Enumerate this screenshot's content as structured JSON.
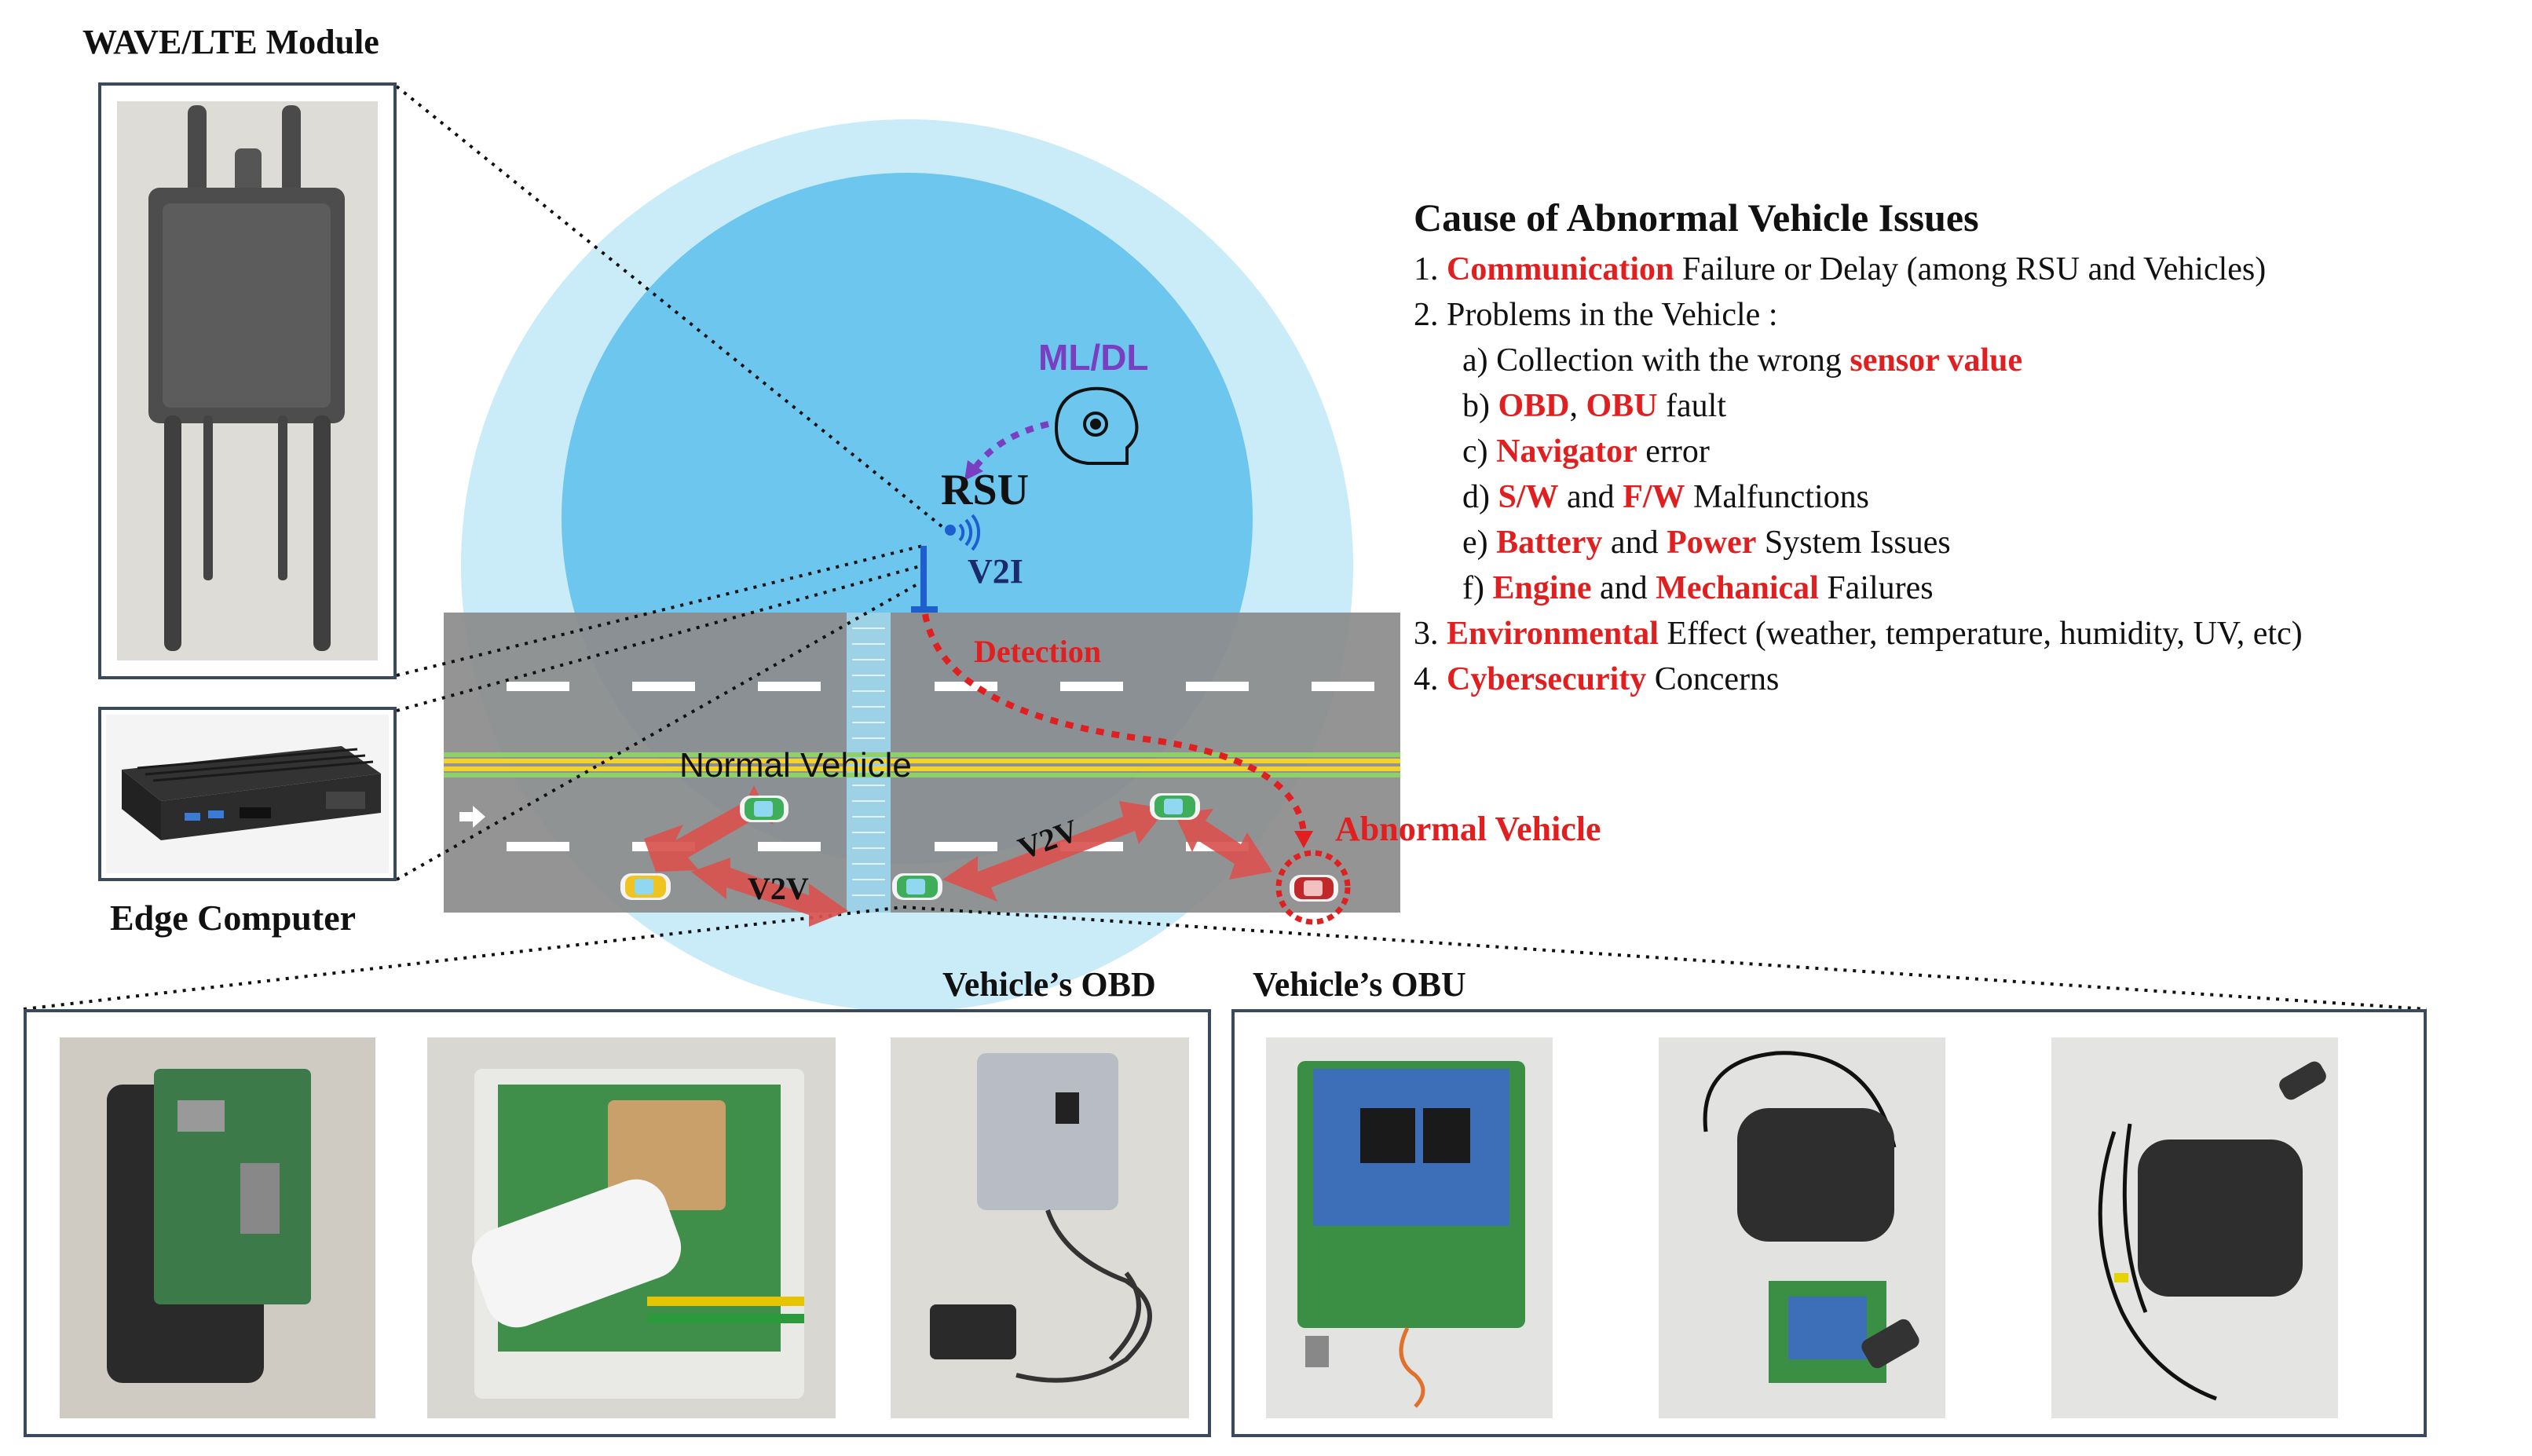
{
  "labels": {
    "wave_lte_module": "WAVE/LTE Module",
    "edge_computer": "Edge Computer",
    "rsu": "RSU",
    "v2i": "V2I",
    "ml_dl": "ML/DL",
    "detection": "Detection",
    "normal_vehicle": "Normal Vehicle",
    "abnormal_vehicle": "Abnormal Vehicle",
    "v2v_left": "V2V",
    "v2v_right": "V2V",
    "vehicle_obd": "Vehicle’s  OBD",
    "vehicle_obu": "Vehicle’s  OBU"
  },
  "causes": {
    "title": "Cause of Abnormal Vehicle Issues",
    "items": [
      {
        "pre": "1. ",
        "hl": "Communication",
        "post": " Failure or Delay (among RSU and Vehicles)"
      },
      {
        "pre": "2. Problems in the Vehicle :",
        "hl": "",
        "post": ""
      },
      {
        "pre": "a) Collection with the wrong ",
        "hl": "sensor value",
        "post": "",
        "sub": true
      },
      {
        "pre": "b) ",
        "hl": "OBD",
        "mid": ", ",
        "hl2": "OBU",
        "post": " fault",
        "sub": true
      },
      {
        "pre": "c) ",
        "hl": "Navigator",
        "post": " error",
        "sub": true
      },
      {
        "pre": "d) ",
        "hl": "S/W",
        "mid": " and ",
        "hl2": "F/W",
        "post": " Malfunctions",
        "sub": true
      },
      {
        "pre": "e) ",
        "hl": "Battery",
        "mid": " and ",
        "hl2": "Power",
        "post": " System Issues",
        "sub": true
      },
      {
        "pre": "f) ",
        "hl": "Engine",
        "mid": " and ",
        "hl2": "Mechanical",
        "post": " Failures",
        "sub": true
      },
      {
        "pre": "3. ",
        "hl": "Environmental",
        "post": " Effect (weather, temperature, humidity, UV, etc)"
      },
      {
        "pre": "4. ",
        "hl": "Cybersecurity",
        "post": " Concerns"
      }
    ]
  },
  "colors": {
    "coverage_outer": "#c9ecf8",
    "coverage_inner": "#4cb8ea",
    "road": "#8a8a8a",
    "alert": "#e02020",
    "ml_purple": "#7a3fc0",
    "v2v_arrow": "#d9534f"
  }
}
